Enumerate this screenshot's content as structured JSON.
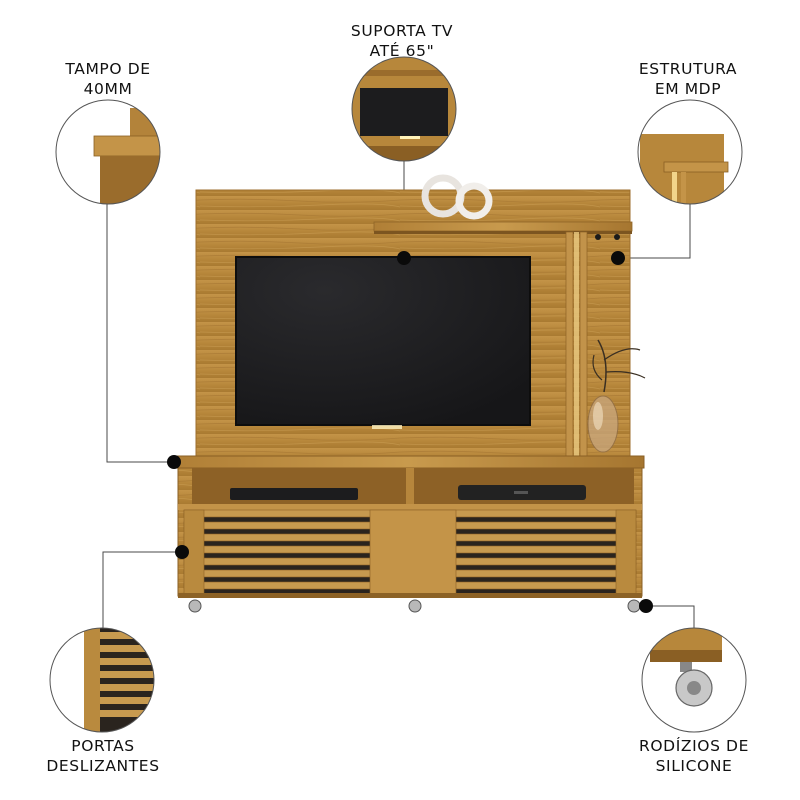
{
  "callouts": {
    "tampo": {
      "line1": "TAMPO DE",
      "line2": "40MM"
    },
    "suporta_tv": {
      "line1": "SUPORTA TV",
      "line2": "ATÉ 65\""
    },
    "estrutura": {
      "line1": "ESTRUTURA",
      "line2": "EM MDP"
    },
    "portas": {
      "line1": "PORTAS",
      "line2": "DESLIZANTES"
    },
    "rodizios": {
      "line1": "RODÍZIOS DE",
      "line2": "SILICONE"
    }
  },
  "colors": {
    "wood": "#b98a3e",
    "wood_dark": "#8a6226",
    "wood_light": "#cf9f52",
    "screen": "#1e1e20",
    "dot": "#0a0a0a",
    "line": "#333333"
  }
}
